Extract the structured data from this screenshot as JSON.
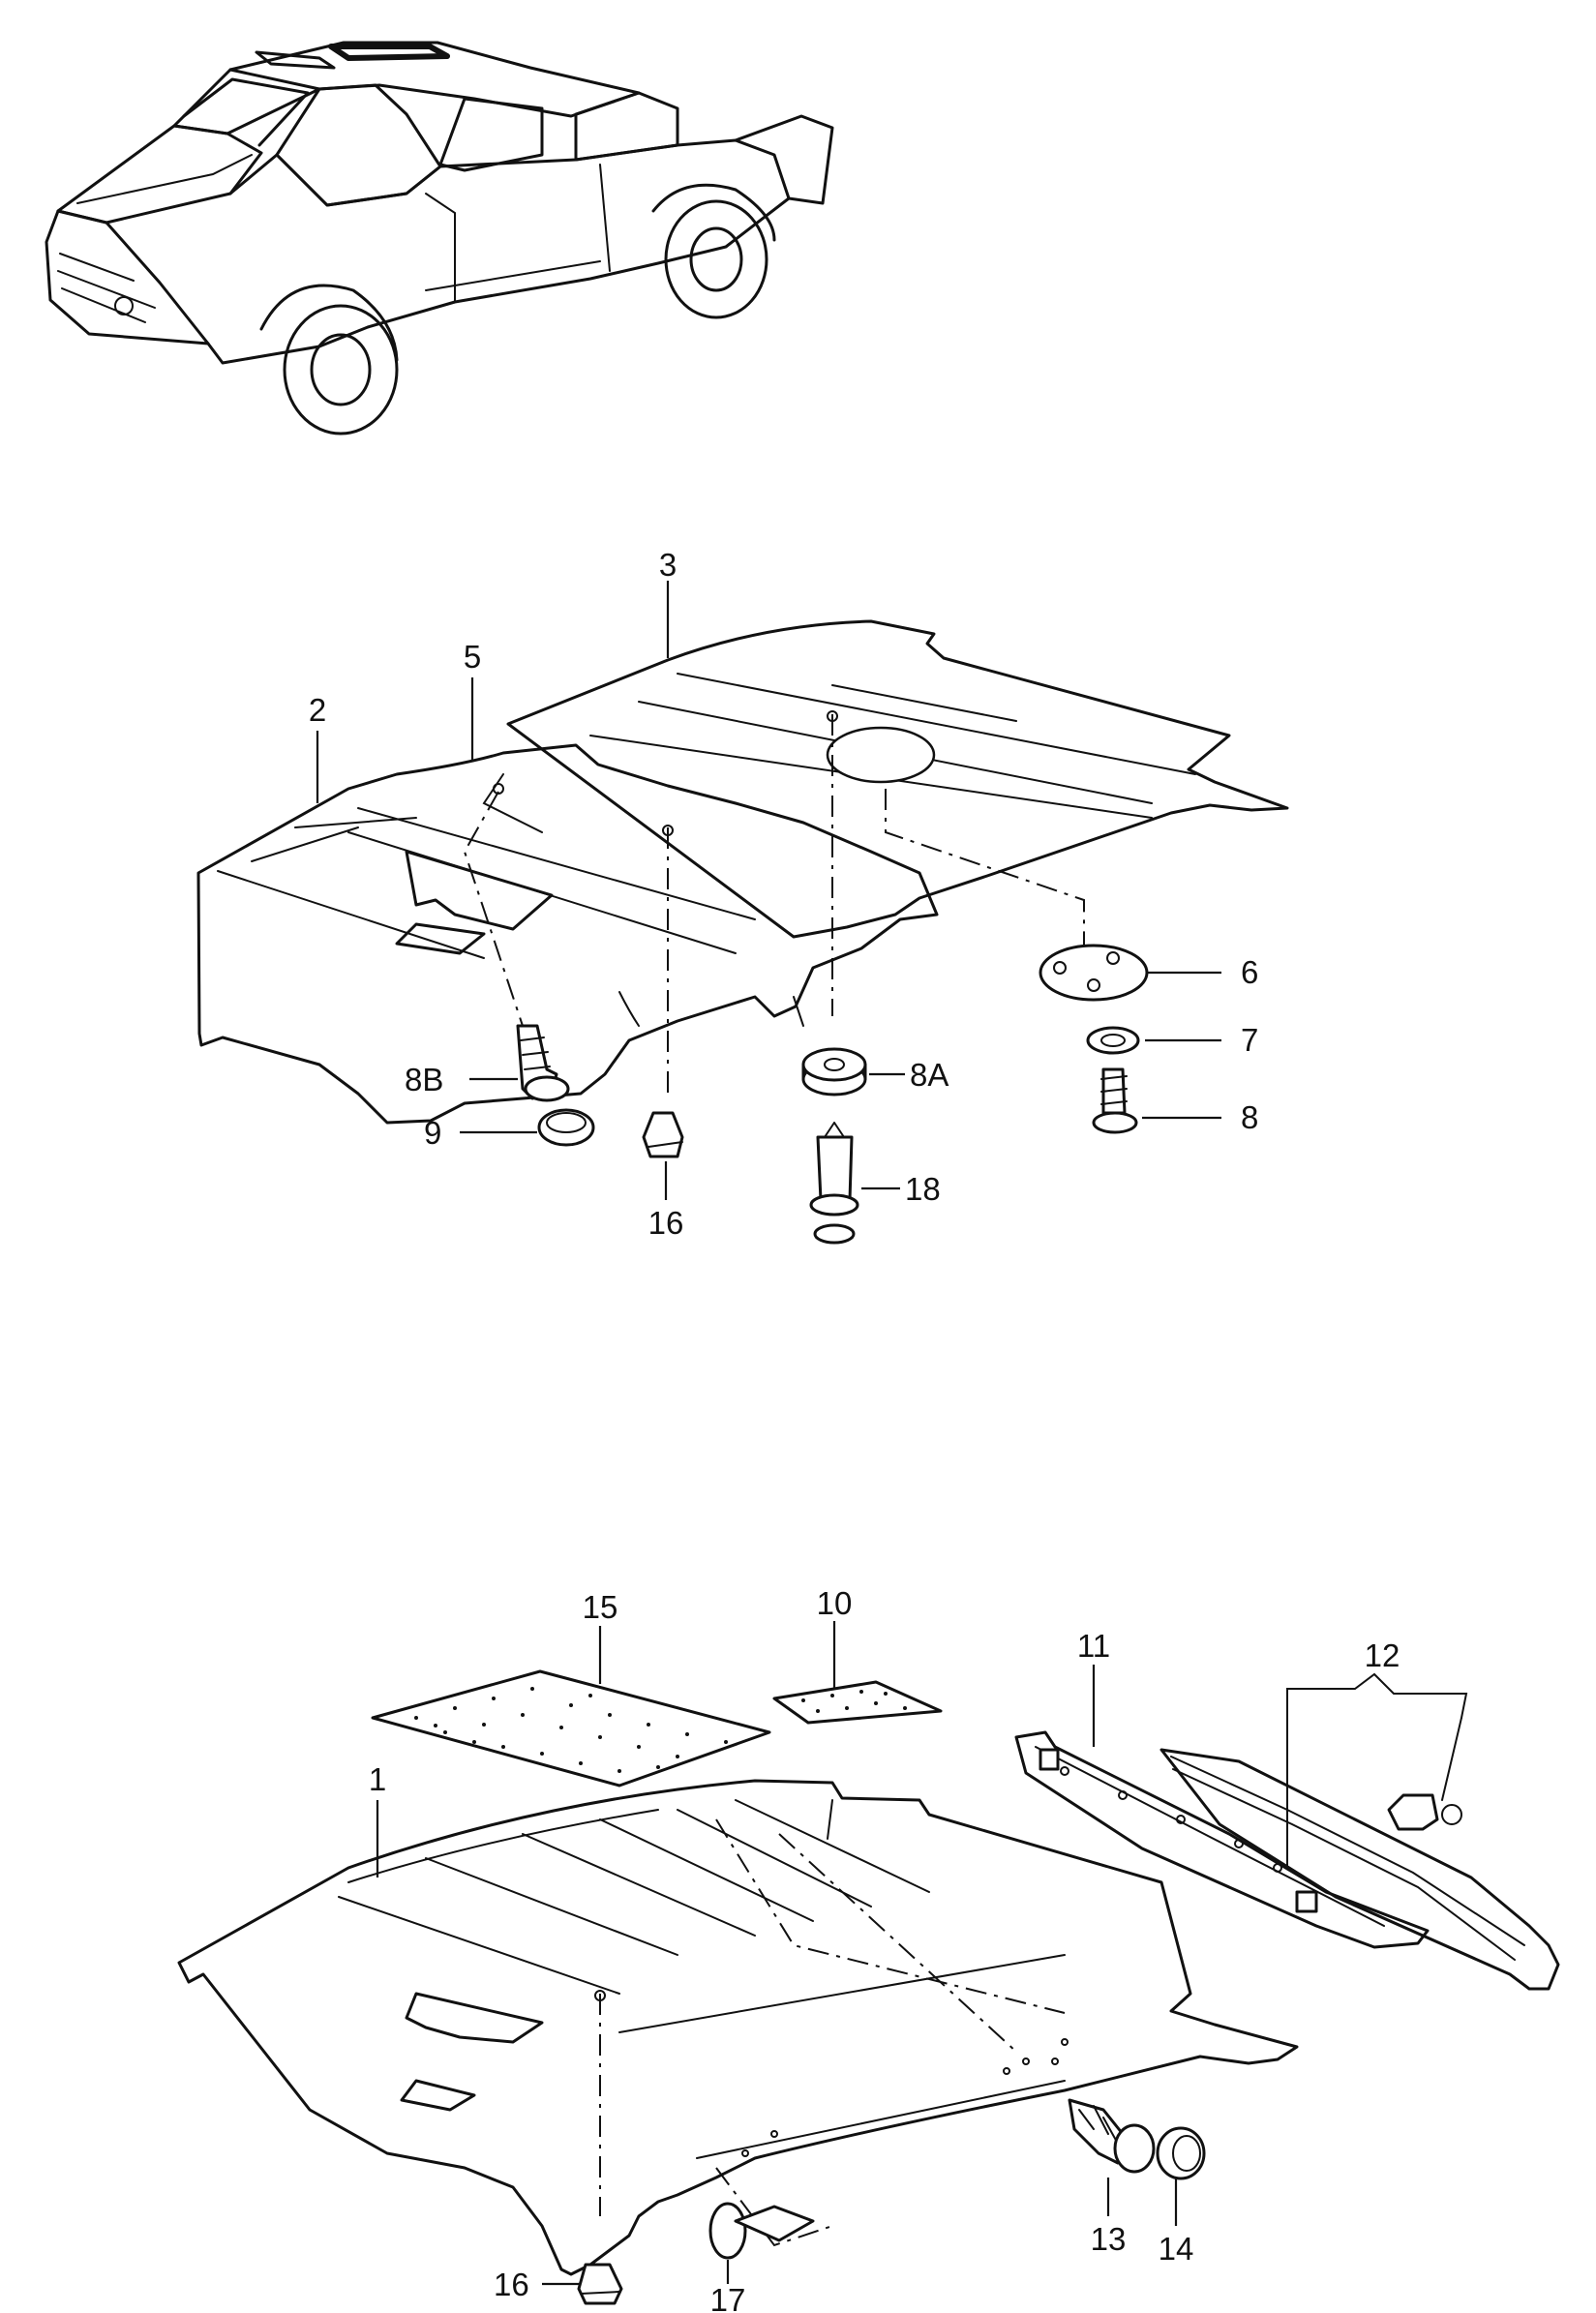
{
  "callouts": {
    "c1": "1",
    "c2": "2",
    "c3": "3",
    "c5": "5",
    "c6": "6",
    "c7": "7",
    "c8": "8",
    "c8a": "8A",
    "c8b": "8B",
    "c9": "9",
    "c10": "10",
    "c11": "11",
    "c12": "12",
    "c13": "13",
    "c14": "14",
    "c15": "15",
    "c16_top": "16",
    "c16_bottom": "16",
    "c17": "17",
    "c18": "18"
  }
}
